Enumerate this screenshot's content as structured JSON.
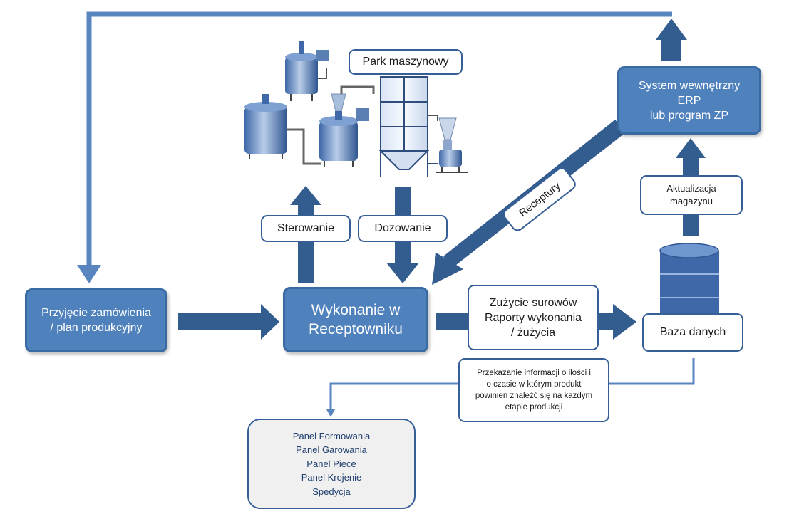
{
  "nodes": {
    "przyjecie": [
      "Przyjęcie zamówienia",
      "/ plan produkcyjny"
    ],
    "wykonanie": [
      "Wykonanie w",
      "Receptowniku"
    ],
    "erp": [
      "System wewnętrzny",
      "ERP",
      "lub program ZP"
    ],
    "baza": [
      "Baza danych"
    ],
    "park": [
      "Park maszynowy"
    ],
    "panele": [
      "Panel Formowania",
      "Panel Garowania",
      "Panel Piece",
      "Panel Krojenie",
      "Spedycja"
    ]
  },
  "labels": {
    "sterowanie": [
      "Sterowanie"
    ],
    "dozowanie": [
      "Dozowanie"
    ],
    "zuzycie": [
      "Zużycie surowów",
      "Raporty wykonania",
      "/ żużycia"
    ],
    "aktualizacja": [
      "Aktualizacja",
      "magazynu"
    ],
    "receptury": [
      "Receptury"
    ],
    "przekazanie": [
      "Przekazanie informacji o ilości i",
      "o czasie w którym produkt",
      "powinien  znaleźć się na każdym",
      "etapie produkcji"
    ]
  },
  "colors": {
    "accent": "#4f81bd",
    "dark_arrow": "#345d8f",
    "border": "#355f96"
  }
}
